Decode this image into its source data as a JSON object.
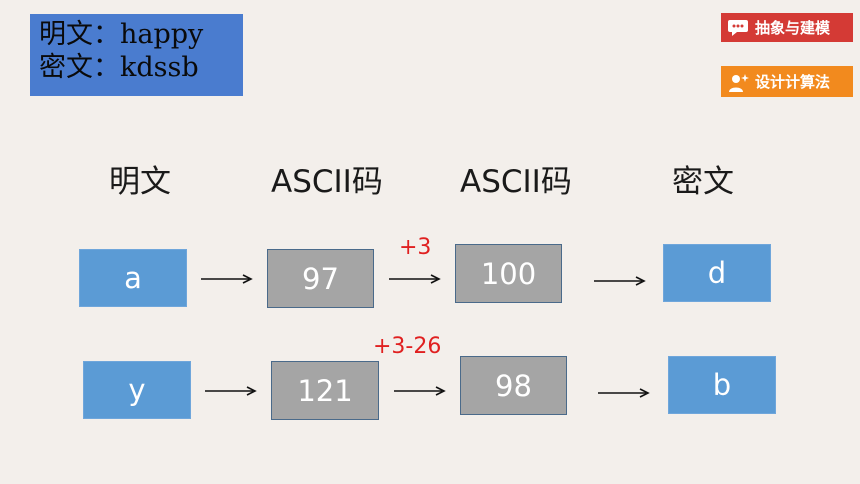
{
  "plaintext_box": {
    "line1": "明文：happy",
    "line2": "密文：kdssb"
  },
  "badges": {
    "brand": "抽象与建模",
    "topic": "设计计算法"
  },
  "headers": [
    "明文",
    "ASCII码",
    "ASCII码",
    "密文"
  ],
  "rows": [
    {
      "plain": "a",
      "ascii": "97",
      "op": "+3",
      "shifted": "100",
      "cipher": "d"
    },
    {
      "plain": "y",
      "ascii": "121",
      "op": "+3-26",
      "shifted": "98",
      "cipher": "b"
    }
  ],
  "colors": {
    "blue_box": "#5b9bd5",
    "gray_box": "#a5a5a5",
    "op_red": "#e02020",
    "badge_red": "#d43a35",
    "badge_orange": "#f28a1e"
  },
  "icons": [
    "chat-bubble-icon",
    "user-sparkle-icon",
    "arrow-right-icon"
  ]
}
